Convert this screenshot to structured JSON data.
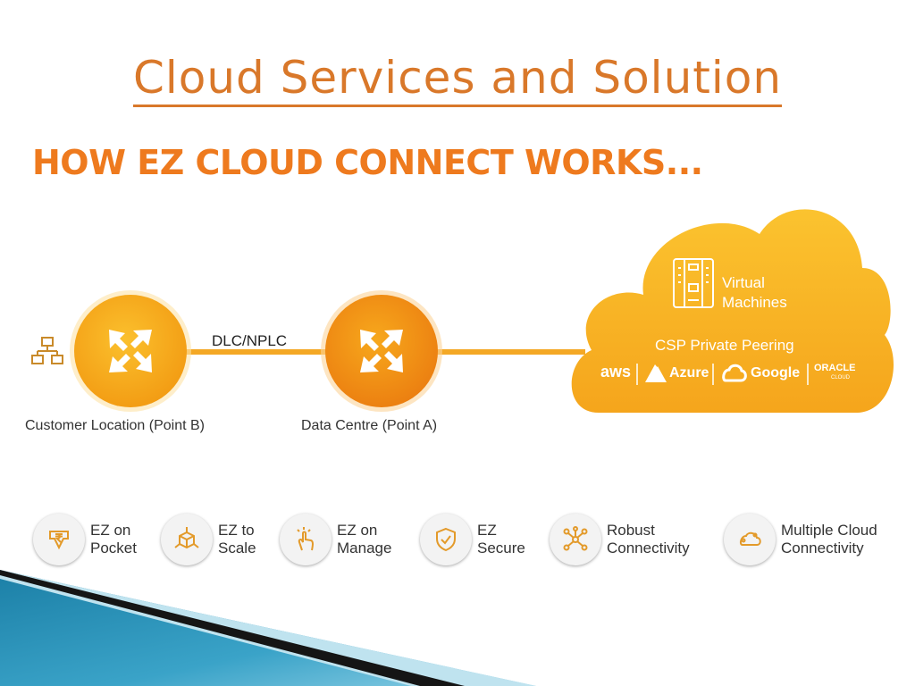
{
  "title": "Cloud Services and Solution",
  "subtitle": "HOW EZ CLOUD CONNECT WORKS...",
  "diagram": {
    "link_label": "DLC/NPLC",
    "nodes": [
      {
        "label": "Customer Location (Point B)"
      },
      {
        "label": "Data Centre (Point A)"
      }
    ],
    "cloud": {
      "vm_line1": "Virtual",
      "vm_line2": "Machines",
      "peering": "CSP Private Peering",
      "providers": [
        "aws",
        "Azure",
        "Google",
        "ORACLE",
        "CLOUD"
      ]
    }
  },
  "features": [
    {
      "line1": "EZ on",
      "line2": "Pocket",
      "icon": "rupee-down-icon"
    },
    {
      "line1": "EZ to",
      "line2": "Scale",
      "icon": "scale-cube-icon"
    },
    {
      "line1": "EZ on",
      "line2": "Manage",
      "icon": "hand-click-icon"
    },
    {
      "line1": "EZ",
      "line2": "Secure",
      "icon": "shield-check-icon"
    },
    {
      "line1": "Robust",
      "line2": "Connectivity",
      "icon": "network-nodes-icon"
    },
    {
      "line1": "Multiple Cloud",
      "line2": "Connectivity",
      "icon": "cloud-link-icon"
    }
  ],
  "colors": {
    "title": "#d9782a",
    "subtitle": "#ee7a1e",
    "node_fill": "#f5a91c",
    "cloud_fill": "#f7b12a"
  }
}
